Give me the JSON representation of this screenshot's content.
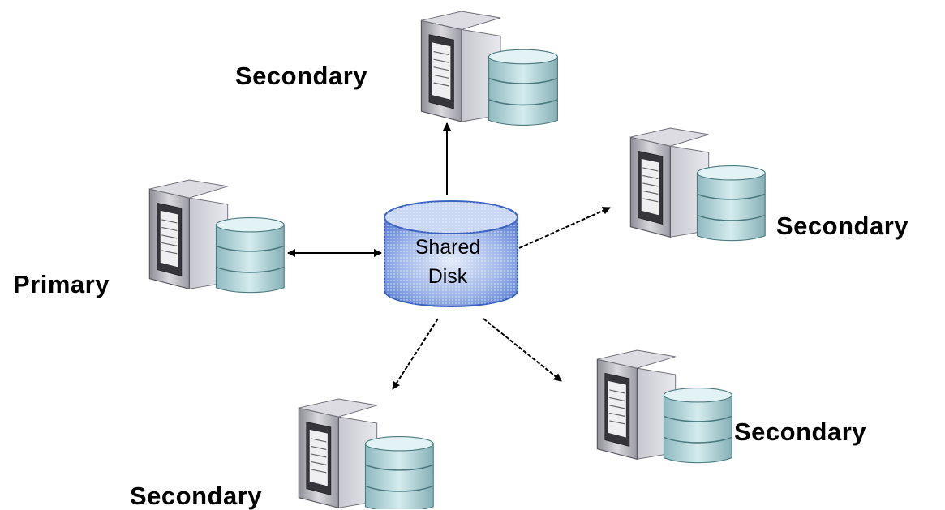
{
  "shared_disk": {
    "line1": "Shared",
    "line2": "Disk"
  },
  "nodes": [
    {
      "role": "Primary"
    },
    {
      "role": "Secondary"
    },
    {
      "role": "Secondary"
    },
    {
      "role": "Secondary"
    },
    {
      "role": "Secondary"
    }
  ],
  "links": [
    {
      "from": "Primary",
      "to": "Shared Disk",
      "direction": "bidirectional"
    },
    {
      "from": "Shared Disk",
      "to": "Secondary (top)",
      "direction": "to-secondary"
    },
    {
      "from": "Shared Disk",
      "to": "Secondary (right)",
      "direction": "to-secondary"
    },
    {
      "from": "Shared Disk",
      "to": "Secondary (lower-right)",
      "direction": "to-secondary"
    },
    {
      "from": "Shared Disk",
      "to": "Secondary (bottom)",
      "direction": "to-secondary"
    }
  ],
  "icons": {
    "server": "server-tower-icon",
    "database": "database-stack-icon",
    "disk": "shared-disk-cylinder-icon"
  },
  "colors": {
    "disk_blue": "#5b82d8",
    "disk_light": "#c9d7f4",
    "server_gray": "#b9b9c1",
    "db_teal": "#a8d0d5",
    "arrow": "#000000"
  }
}
